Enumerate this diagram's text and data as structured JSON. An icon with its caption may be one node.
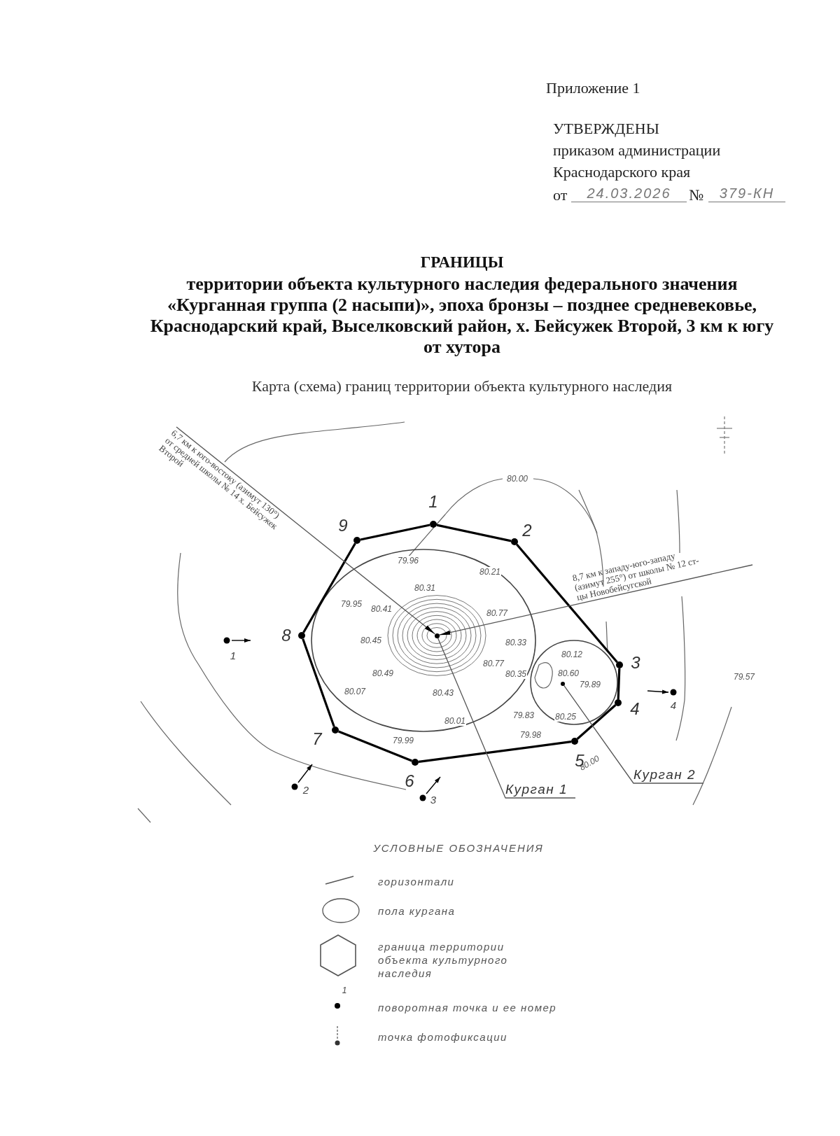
{
  "diagram": {
    "title": "ГРАНИЦЫ",
    "nodes": [
      {
        "text": [],
        "shape": "circle",
        "beside": [
          "1"
        ]
      },
      {
        "text": [],
        "shape": "circle",
        "beside": [
          "2"
        ]
      },
      {
        "text": [],
        "shape": "circle",
        "beside": [
          "3"
        ]
      },
      {
        "text": [],
        "shape": "circle",
        "beside": [
          "4"
        ]
      },
      {
        "text": [],
        "shape": "circle",
        "beside": [
          "5"
        ]
      },
      {
        "text": [],
        "shape": "circle",
        "beside": [
          "6"
        ]
      },
      {
        "text": [],
        "shape": "circle",
        "beside": [
          "7"
        ]
      },
      {
        "text": [],
        "shape": "circle",
        "beside": [
          "8"
        ]
      },
      {
        "text": [],
        "shape": "circle",
        "beside": [
          "9"
        ]
      },
      {
        "text": [],
        "shape": "circle"
      },
      {
        "text": [],
        "shape": "circle"
      },
      {
        "text": [
          "6,7 км к юго-востоку (азимут 130°) от средней школы № 14 х. Бейсужек Второй"
        ]
      },
      {
        "text": [
          "8,7 км к западу-юго-западу (азимут 255°) от школы № 12 ст-цы Новобейсугской"
        ]
      },
      {
        "text": [
          "Курган 1"
        ]
      },
      {
        "text": [
          "Курган 2"
        ]
      }
    ],
    "edges": [
      {
        "from": 0,
        "to": 1,
        "arrow": "none"
      },
      {
        "from": 1,
        "to": 2,
        "arrow": "none"
      },
      {
        "from": 2,
        "to": 3,
        "arrow": "none"
      },
      {
        "from": 3,
        "to": 4,
        "arrow": "none"
      },
      {
        "from": 4,
        "to": 5,
        "arrow": "none"
      },
      {
        "from": 5,
        "to": 6,
        "arrow": "none"
      },
      {
        "from": 6,
        "to": 7,
        "arrow": "none"
      },
      {
        "from": 7,
        "to": 8,
        "arrow": "none"
      },
      {
        "from": 8,
        "to": 0,
        "arrow": "none"
      },
      {
        "from": 11,
        "to": 9,
        "arrow": "to"
      },
      {
        "from": 12,
        "to": 9,
        "arrow": "to"
      },
      {
        "from": 13,
        "to": 9,
        "arrow": "none"
      },
      {
        "from": 14,
        "to": 10,
        "arrow": "none"
      }
    ],
    "labels": [
      "Приложение 1",
      "УТВЕРЖДЕНЫ",
      "приказом администрации Краснодарского края",
      "от",
      "24.03.2026",
      "№",
      "379-КН",
      "территории объекта культурного наследия федерального значения «Курганная группа (2 насыпи)», эпоха бронзы – позднее средневековье, Краснодарский край, Выселковский район, х. Бейсужек Второй, 3 км к югу от хутора",
      "Карта (схема) границ территории объекта культурного наследия",
      "80.00",
      "79.96",
      "80.21",
      "80.31",
      "79.95",
      "80.41",
      "80.77",
      "80.45",
      "80.33",
      "80.12",
      "80.77",
      "80.49",
      "80.35",
      "80.60",
      "79.57",
      "79.89",
      "80.07",
      "80.43",
      "79.83",
      "80.25",
      "80.01",
      "79.99",
      "79.98",
      "80.00",
      "1",
      "4",
      "2",
      "3",
      "УСЛОВНЫЕ ОБОЗНАЧЕНИЯ",
      "1"
    ],
    "legend": [
      {
        "text": "горизонтали"
      },
      {
        "text": "пола кургана"
      },
      {
        "text": "граница территории объекта культурного наследия"
      },
      {
        "text": "поворотная точка и ее номер"
      },
      {
        "text": "точка фотофиксации"
      }
    ]
  }
}
